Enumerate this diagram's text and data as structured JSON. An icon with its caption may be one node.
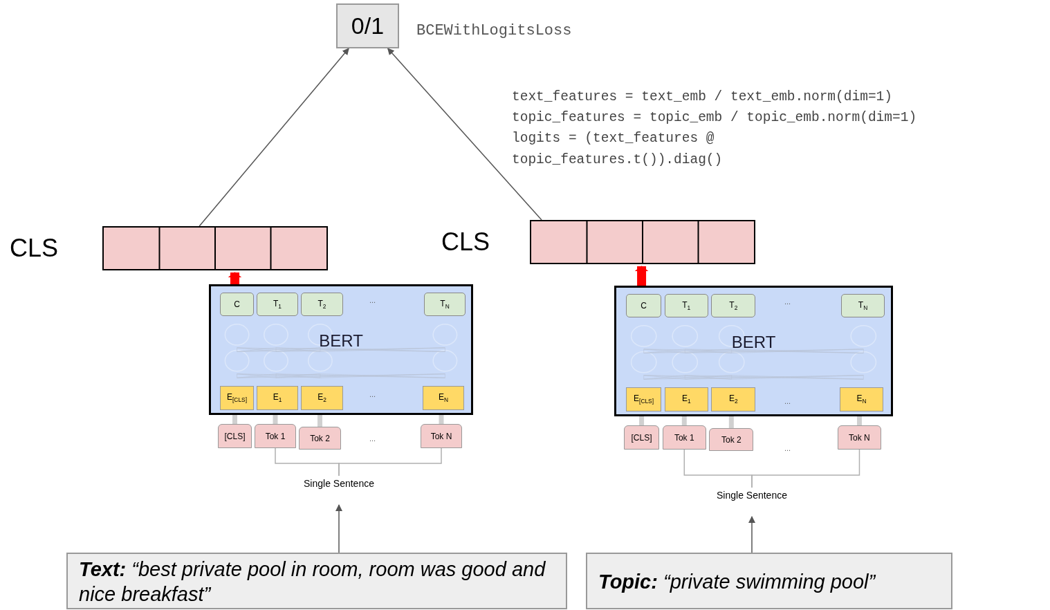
{
  "diagram": {
    "nodes": [
      {
        "text": [
          "0/1"
        ],
        "beside": [
          "BCEWithLogitsLoss"
        ]
      },
      {
        "text": [],
        "shape": "box",
        "beside": [
          "CLS"
        ]
      },
      {
        "text": [
          "BERT"
        ]
      },
      {
        "text": [
          "C"
        ],
        "in": 2
      },
      {
        "text": [
          "T$_{1}$"
        ],
        "in": 2
      },
      {
        "text": [
          "T$_{2}$"
        ],
        "in": 2
      },
      {
        "text": [
          "T$_{N}$"
        ],
        "in": 2
      },
      {
        "text": [
          "E$_{[CLS]}$"
        ],
        "in": 2
      },
      {
        "text": [
          "E$_{1}$"
        ],
        "in": 2
      },
      {
        "text": [
          "E$_{2}$"
        ],
        "in": 2
      },
      {
        "text": [
          "E$_{N}$"
        ],
        "in": 2
      },
      {
        "text": [
          "[CLS]"
        ]
      },
      {
        "text": [
          "Tok 1"
        ]
      },
      {
        "text": [
          "Tok 2"
        ]
      },
      {
        "text": [
          "Tok N"
        ]
      },
      {
        "text": [
          "Single Sentence"
        ]
      },
      {
        "text": [
          "**Text:** *“best private pool in room, room was good and nice breakfast”*"
        ]
      },
      {
        "text": [],
        "shape": "box",
        "beside": [
          "CLS"
        ]
      },
      {
        "text": [
          "BERT"
        ]
      },
      {
        "text": [
          "C"
        ],
        "in": 18
      },
      {
        "text": [
          "T$_{1}$"
        ],
        "in": 18
      },
      {
        "text": [
          "T$_{2}$"
        ],
        "in": 18
      },
      {
        "text": [
          "T$_{N}$"
        ],
        "in": 18
      },
      {
        "text": [
          "E$_{[CLS]}$"
        ],
        "in": 18
      },
      {
        "text": [
          "E$_{1}$"
        ],
        "in": 18
      },
      {
        "text": [
          "E$_{2}$"
        ],
        "in": 18
      },
      {
        "text": [
          "E$_{N}$"
        ],
        "in": 18
      },
      {
        "text": [
          "[CLS]"
        ]
      },
      {
        "text": [
          "Tok 1"
        ]
      },
      {
        "text": [
          "Tok 2"
        ]
      },
      {
        "text": [
          "Tok N"
        ]
      },
      {
        "text": [
          "Single Sentence"
        ]
      },
      {
        "text": [
          "**Topic:** *“private swimming pool”*"
        ]
      }
    ],
    "edges": [
      {
        "from": 1,
        "to": 0,
        "arrow": "to",
        "color": "#555555"
      },
      {
        "from": 17,
        "to": 0,
        "arrow": "to",
        "color": "#555555"
      },
      {
        "from": 3,
        "to": 1,
        "arrow": "to",
        "style": "thick",
        "color": "#ff0000"
      },
      {
        "from": 11,
        "to": 7,
        "arrow": "to"
      },
      {
        "from": 12,
        "to": 8,
        "arrow": "to"
      },
      {
        "from": 13,
        "to": 9,
        "arrow": "to"
      },
      {
        "from": 14,
        "to": 10,
        "arrow": "to"
      },
      {
        "from": 12,
        "to": 15,
        "arrow": "none",
        "color": "#b0b0b0"
      },
      {
        "from": 14,
        "to": 15,
        "arrow": "none",
        "color": "#b0b0b0"
      },
      {
        "from": 16,
        "to": 15,
        "arrow": "to",
        "color": "#555555"
      },
      {
        "from": 19,
        "to": 17,
        "arrow": "to",
        "style": "thick",
        "color": "#ff0000"
      },
      {
        "from": 27,
        "to": 23,
        "arrow": "to"
      },
      {
        "from": 28,
        "to": 24,
        "arrow": "to"
      },
      {
        "from": 29,
        "to": 25,
        "arrow": "to"
      },
      {
        "from": 30,
        "to": 26,
        "arrow": "to"
      },
      {
        "from": 28,
        "to": 31,
        "arrow": "none",
        "color": "#b0b0b0"
      },
      {
        "from": 30,
        "to": 31,
        "arrow": "none",
        "color": "#b0b0b0"
      },
      {
        "from": 32,
        "to": 31,
        "arrow": "to",
        "color": "#555555"
      }
    ],
    "labels": [
      "text_features = text_emb / text_emb.norm(dim=1)",
      "topic_features = topic_emb / topic_emb.norm(dim=1)",
      "logits = (text_features @",
      "topic_features.t()).diag()",
      "...",
      "...",
      "...",
      "...",
      "...",
      "..."
    ]
  }
}
